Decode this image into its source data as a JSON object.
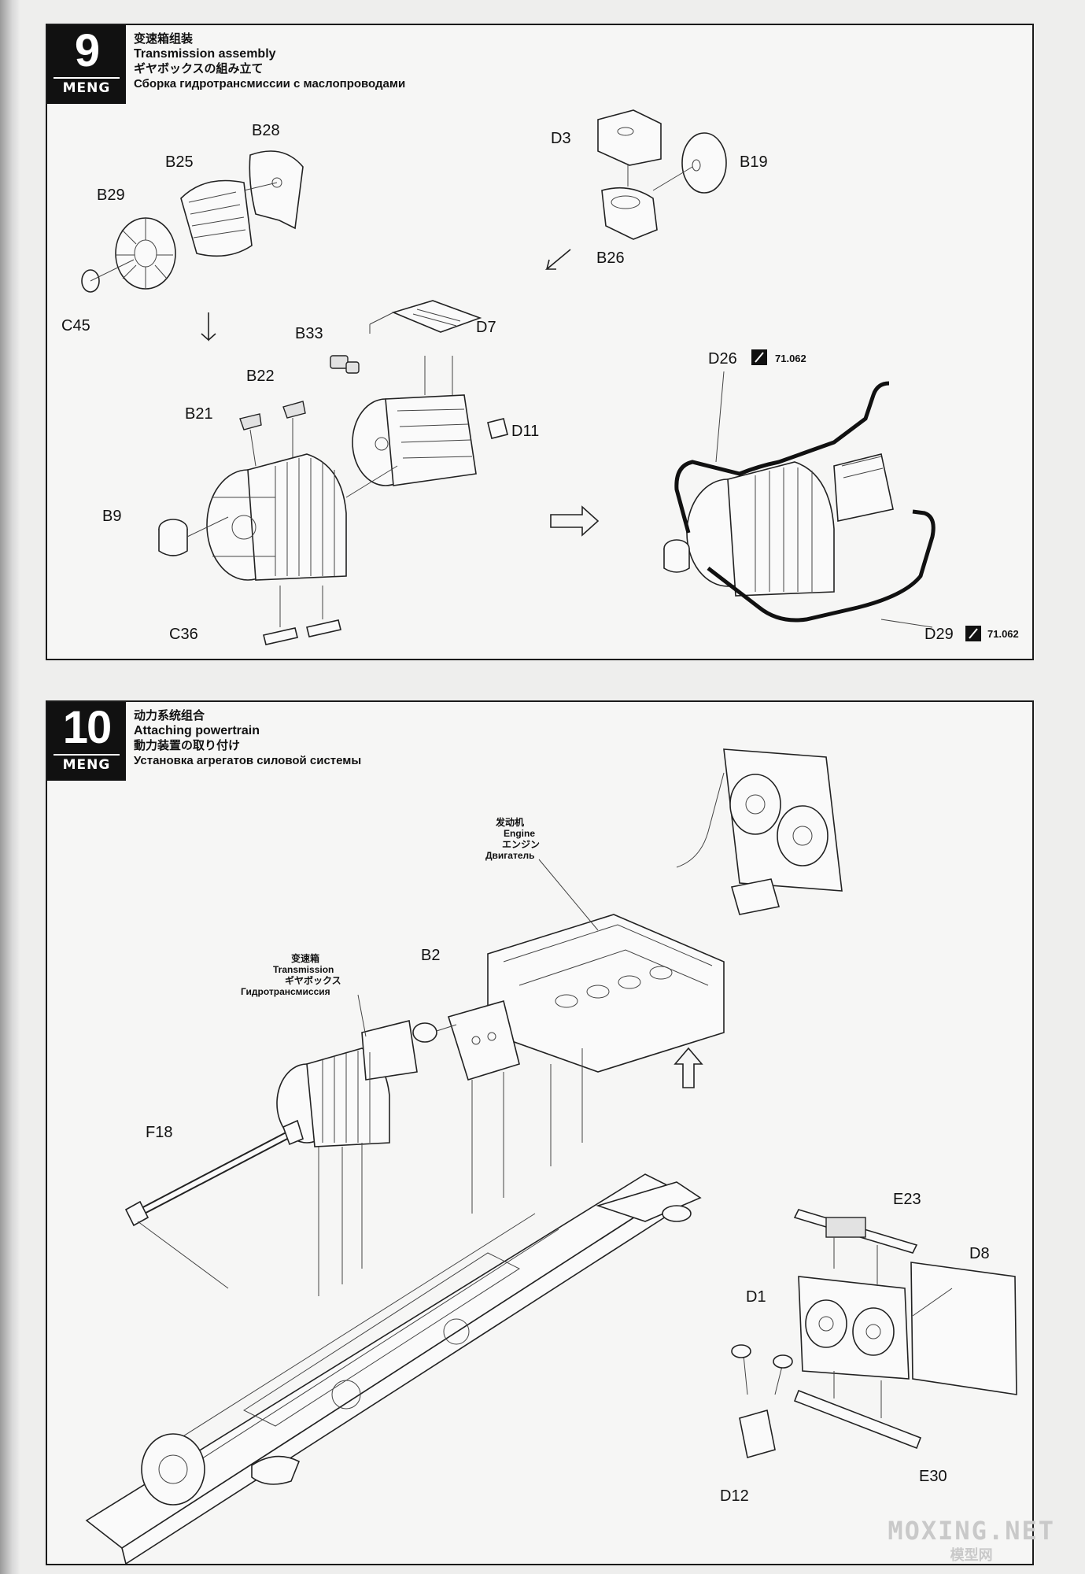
{
  "step9": {
    "number": "9",
    "brand": "MENG",
    "title_cn": "变速箱组装",
    "title_en": "Transmission assembly",
    "title_jp": "ギヤボックスの組み立て",
    "title_ru": "Сборка гидротрансмиссии с маслопроводами",
    "parts": {
      "b28": "B28",
      "b25": "B25",
      "b29": "B29",
      "c45": "C45",
      "d3": "D3",
      "b19": "B19",
      "b26": "B26",
      "b33": "B33",
      "d7": "D7",
      "b22": "B22",
      "b21": "B21",
      "d11": "D11",
      "b9": "B9",
      "c36": "C36",
      "d26": "D26",
      "d29": "D29"
    },
    "paint_d26": "71.062",
    "paint_d29": "71.062"
  },
  "step10": {
    "number": "10",
    "brand": "MENG",
    "title_cn": "动力系统组合",
    "title_en": "Attaching powertrain",
    "title_jp": "動力装置の取り付け",
    "title_ru": "Установка агрегатов силовой системы",
    "engine_cn": "发动机",
    "engine_en": "Engine",
    "engine_jp": "エンジン",
    "engine_ru": "Двигатель",
    "transmission_cn": "变速箱",
    "transmission_en": "Transmission",
    "transmission_jp": "ギヤボックス",
    "transmission_ru": "Гидротрансмиссия",
    "parts": {
      "b2": "B2",
      "f18": "F18",
      "e23": "E23",
      "d8": "D8",
      "d1": "D1",
      "d12": "D12",
      "e30": "E30"
    }
  },
  "watermark": {
    "main": "MOXING.NET",
    "sub": "模型网"
  },
  "colors": {
    "ink": "#111111",
    "paper": "#f6f6f5",
    "badge": "#111111",
    "watermark": "#c9c9c9"
  }
}
